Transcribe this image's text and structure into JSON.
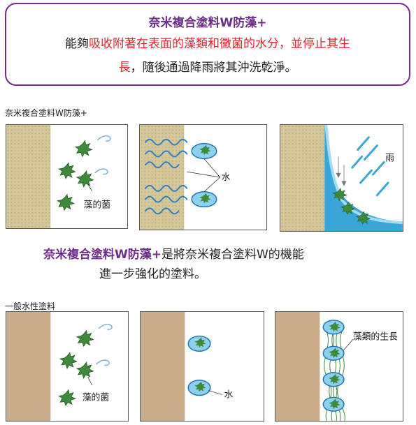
{
  "callout": {
    "title": "奈米複合塗料W防藻+",
    "line1_pre": "能夠",
    "line1_red": "吸收附著在表面的藻類和黴菌的水分，並停止其生",
    "line2_red": "長",
    "line2_post": "，隨後通過降雨將其沖洗乾淨。"
  },
  "section_top_label": "奈米複合塗料W防藻+",
  "middle": {
    "line1_brand": "奈米複合塗料W防藻+",
    "line1_rest": "是將奈米複合塗料W的機能",
    "line2": "進一步強化的塗料。"
  },
  "section_bottom_label": "一般水性塗料",
  "panels": {
    "top1_label": "藻的菌",
    "top2_label": "水",
    "top3_label": "雨",
    "bottom1_label": "藻的菌",
    "bottom2_label": "水",
    "bottom3_label": "藻類的生長"
  },
  "colors": {
    "accent_purple": "#6e2c8c",
    "highlight_red": "#e0252c",
    "coated_wall": "#d6c79a",
    "plain_wall": "#c9ad8a",
    "water_blue": "#3aa6d8",
    "algae_green": "#3f8a3a"
  }
}
